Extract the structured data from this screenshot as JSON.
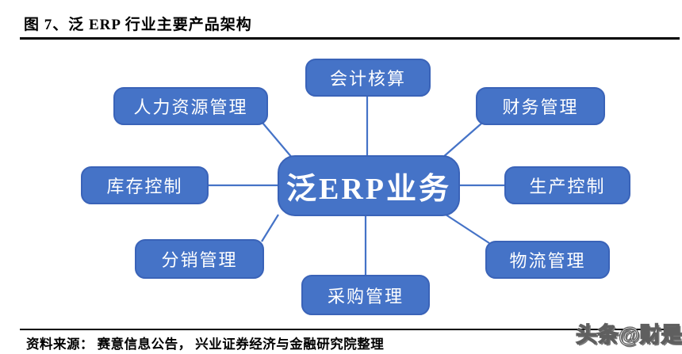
{
  "header": {
    "title": "图 7、泛 ERP 行业主要产品架构"
  },
  "diagram": {
    "accent_color": "#4573c7",
    "node_text_color": "#ffffff",
    "center": {
      "label": "泛ERP业务"
    },
    "nodes": {
      "accounting": {
        "label": "会计核算"
      },
      "hr": {
        "label": "人力资源管理"
      },
      "finance": {
        "label": "财务管理"
      },
      "inventory": {
        "label": "库存控制"
      },
      "production": {
        "label": "生产控制"
      },
      "distribution": {
        "label": "分销管理"
      },
      "logistics": {
        "label": "物流管理"
      },
      "procurement": {
        "label": "采购管理"
      }
    },
    "edges": [
      {
        "from": "泛ERP业务",
        "to": "会计核算"
      },
      {
        "from": "泛ERP业务",
        "to": "财务管理"
      },
      {
        "from": "泛ERP业务",
        "to": "生产控制"
      },
      {
        "from": "泛ERP业务",
        "to": "物流管理"
      },
      {
        "from": "泛ERP业务",
        "to": "采购管理"
      },
      {
        "from": "泛ERP业务",
        "to": "分销管理"
      },
      {
        "from": "泛ERP业务",
        "to": "库存控制"
      },
      {
        "from": "泛ERP业务",
        "to": "人力资源管理"
      }
    ]
  },
  "footer": {
    "source": "资料来源： 赛意信息公告， 兴业证券经济与金融研究院整理",
    "watermark": "头条@财是"
  }
}
